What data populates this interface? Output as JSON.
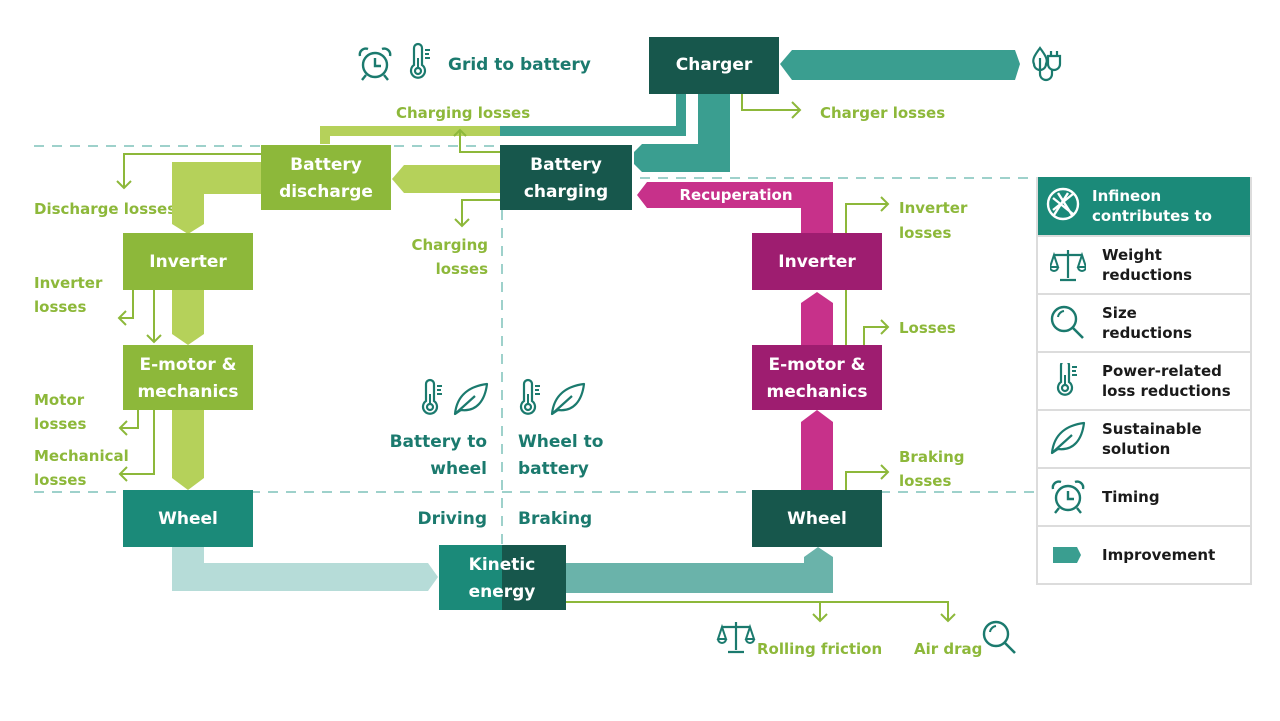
{
  "colors": {
    "dark_teal": "#17574c",
    "teal": "#1b8a79",
    "teal_mid": "#3a9e90",
    "teal_light": "#b6dcd8",
    "teal_soft": "#6ab3aa",
    "lime": "#b5d15a",
    "green_box": "#8db83a",
    "magenta": "#c7318a",
    "magenta_box": "#9e1d70",
    "loss_text": "#8db83a",
    "dashed": "#9ed1cb"
  },
  "header": {
    "grid_to_battery": "Grid to battery",
    "charger": "Charger",
    "charger_losses": "Charger losses",
    "charging_losses_top": "Charging losses"
  },
  "boxes": {
    "battery_discharge": [
      "Battery",
      "discharge"
    ],
    "battery_charging": [
      "Battery",
      "charging"
    ],
    "inverter_left": "Inverter",
    "inverter_right": "Inverter",
    "emotor_left": [
      "E-motor &",
      "mechanics"
    ],
    "emotor_right": [
      "E-motor &",
      "mechanics"
    ],
    "wheel_left": "Wheel",
    "wheel_right": "Wheel",
    "kinetic_energy": [
      "Kinetic",
      "energy"
    ]
  },
  "flows": {
    "recuperation": "Recuperation"
  },
  "losses": {
    "discharge": "Discharge losses",
    "charging_mid": [
      "Charging",
      "losses"
    ],
    "inverter_left": [
      "Inverter",
      "losses"
    ],
    "motor": [
      "Motor",
      "losses"
    ],
    "mechanical": [
      "Mechanical",
      "losses"
    ],
    "inverter_right": [
      "Inverter",
      "losses"
    ],
    "losses_right": "Losses",
    "braking": [
      "Braking",
      "losses"
    ],
    "rolling_friction": "Rolling friction",
    "air_drag": "Air drag"
  },
  "sections": {
    "battery_to_wheel": [
      "Battery to",
      "wheel"
    ],
    "wheel_to_battery": [
      "Wheel to",
      "battery"
    ],
    "driving": "Driving",
    "braking": "Braking"
  },
  "legend": {
    "header": "Infineon\ncontributes to",
    "header_icon": "infineon-chip-icon",
    "items": [
      {
        "icon": "scale-icon",
        "label": "Weight\nreductions"
      },
      {
        "icon": "magnifier-icon",
        "label": "Size\nreductions"
      },
      {
        "icon": "thermometer-icon",
        "label": "Power-related\nloss reductions"
      },
      {
        "icon": "leaf-icon",
        "label": "Sustainable\nsolution"
      },
      {
        "icon": "alarm-clock-icon",
        "label": "Timing"
      },
      {
        "icon": "improvement-tag-icon",
        "label": "Improvement"
      }
    ]
  }
}
